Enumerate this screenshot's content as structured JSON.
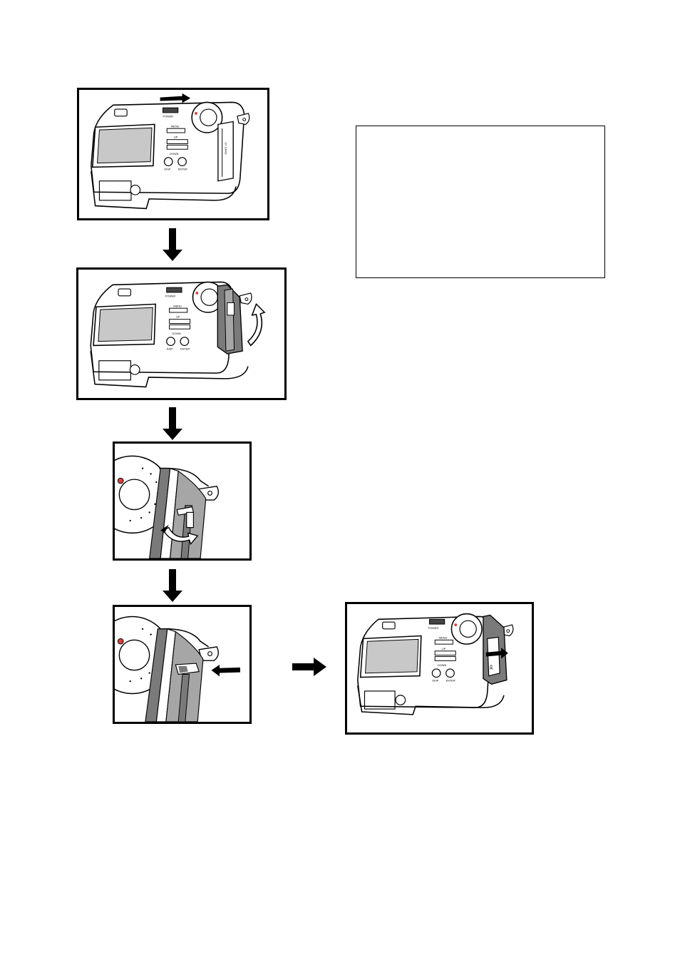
{
  "camera_labels": {
    "power": "POWER",
    "menu": "MENU",
    "up": "UP",
    "down": "DOWN",
    "disp": "DISP",
    "enter": "ENTER",
    "cf_card": "CF CARD",
    "ce_mark": "CE"
  },
  "note_box": {
    "text": ""
  },
  "colors": {
    "ink": "#000000",
    "lcd": "#c8c8c8",
    "card_slot_dark": "#7a7a7a",
    "card_slot_mid": "#a6a6a6",
    "dial_accent": "#d94040"
  }
}
